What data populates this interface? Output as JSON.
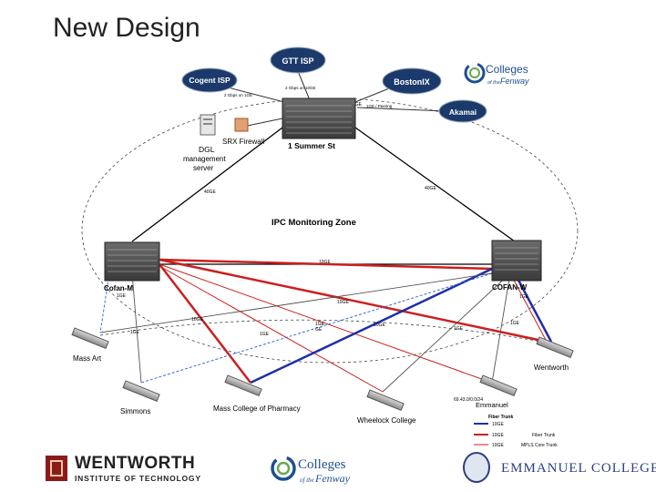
{
  "slide": {
    "title": "New Design"
  },
  "clouds": {
    "gtt": "GTT ISP",
    "cogent": "Cogent ISP",
    "bostonix": "BostonIX",
    "akamai": "Akamai"
  },
  "devices": {
    "summer_st": "1 Summer St",
    "cofan_m": "Cofan-M",
    "cofan_w": "COFAN-W",
    "srx": "SRX Firewall",
    "dgl_line1": "DGL",
    "dgl_line2": "management",
    "dgl_line3": "server"
  },
  "zone_label": "IPC Monitoring Zone",
  "sites": {
    "mass_art": "Mass Art",
    "simmons": "Simmons",
    "mcphs": "Mass College of Pharmacy",
    "wheelock": "Wheelock College",
    "emmanuel": "Emmanuel",
    "wentworth": "Wentworth",
    "emmanuel_addr": "69.43.0/0.0/24"
  },
  "link_labels": {
    "gtt_10g": "2 Gbps on 10GE",
    "cogent_1g": "2 Gbps on 1GE",
    "bostonix_1g": "1GE",
    "akamai": "1GE / Peering",
    "left_tri": "40GE",
    "right_tri": "40GE",
    "cofan_link": "10GE",
    "cofanm_1ge": "1GE",
    "cofanw_1ge": "1GE",
    "red1": "10GE",
    "red2": "10GE",
    "red3": "10GE",
    "red4": "1GE",
    "red5": "1GE",
    "mid1": "1GE",
    "mid2": "GE",
    "mid3": "1GE",
    "mid4": "1GE"
  },
  "legend": {
    "title": "Fiber Trunk",
    "item1": "10GE",
    "item2": "10GE",
    "item2_desc": "Fiber Trunk",
    "item3": "10GE",
    "item3_desc": "MPLS Core Trunk"
  },
  "footer": {
    "wentworth_name": "WENTWORTH",
    "wentworth_sub": "INSTITUTE OF TECHNOLOGY",
    "fenway_colleges": "Colleges",
    "fenway_of": "of the",
    "fenway_name": "Fenway",
    "emmanuel_name": "EMMANUEL COLLEGE"
  },
  "header_logo": {
    "colleges": "Colleges",
    "of_the": "of the",
    "fenway": "Fenway"
  },
  "colors": {
    "red_link": "#cc1f1f",
    "blue_link": "#1f2fa8",
    "cloud_fill": "#1b3a6b",
    "fenway_blue": "#1d4f91",
    "fenway_green": "#6aa84f",
    "wentworth_red": "#8b1a1a",
    "emmanuel_blue": "#2e3f7f"
  }
}
